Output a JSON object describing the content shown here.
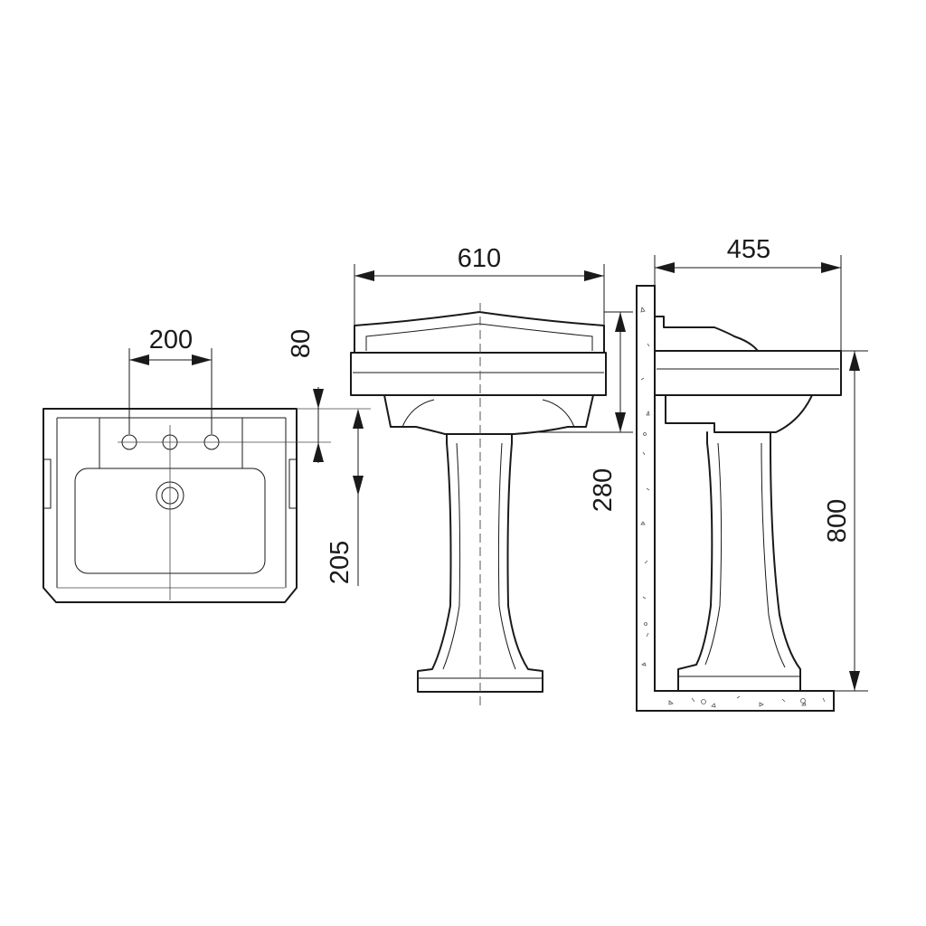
{
  "plan_view": {
    "tap_spacing": "200",
    "tap_to_back": "80",
    "tap_to_waste": "205"
  },
  "front_view": {
    "width": "610",
    "bowl_height": "280"
  },
  "side_view": {
    "depth": "455",
    "overall_height": "800"
  }
}
